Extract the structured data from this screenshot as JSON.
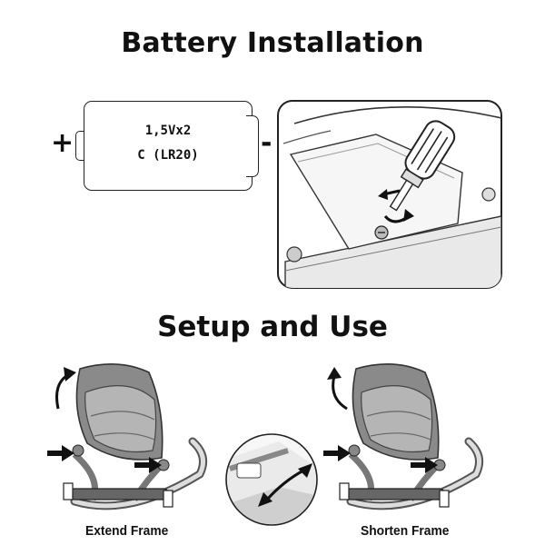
{
  "sections": {
    "battery": {
      "title": "Battery Installation",
      "positive_symbol": "+",
      "negative_symbol": "-",
      "battery_voltage_label": "1,5Vx2",
      "battery_type_label": "C (LR20)"
    },
    "setup": {
      "title": "Setup and Use",
      "extend_caption": "Extend Frame",
      "shorten_caption": "Shorten Frame"
    }
  },
  "colors": {
    "ink": "#111111",
    "frame_gray": "#9a9a9a",
    "seat_gray": "#6f6f6f"
  },
  "icons": [
    "screwdriver-icon",
    "rotate-arrow-icon",
    "push-arrow-icon",
    "double-arrow-icon"
  ]
}
